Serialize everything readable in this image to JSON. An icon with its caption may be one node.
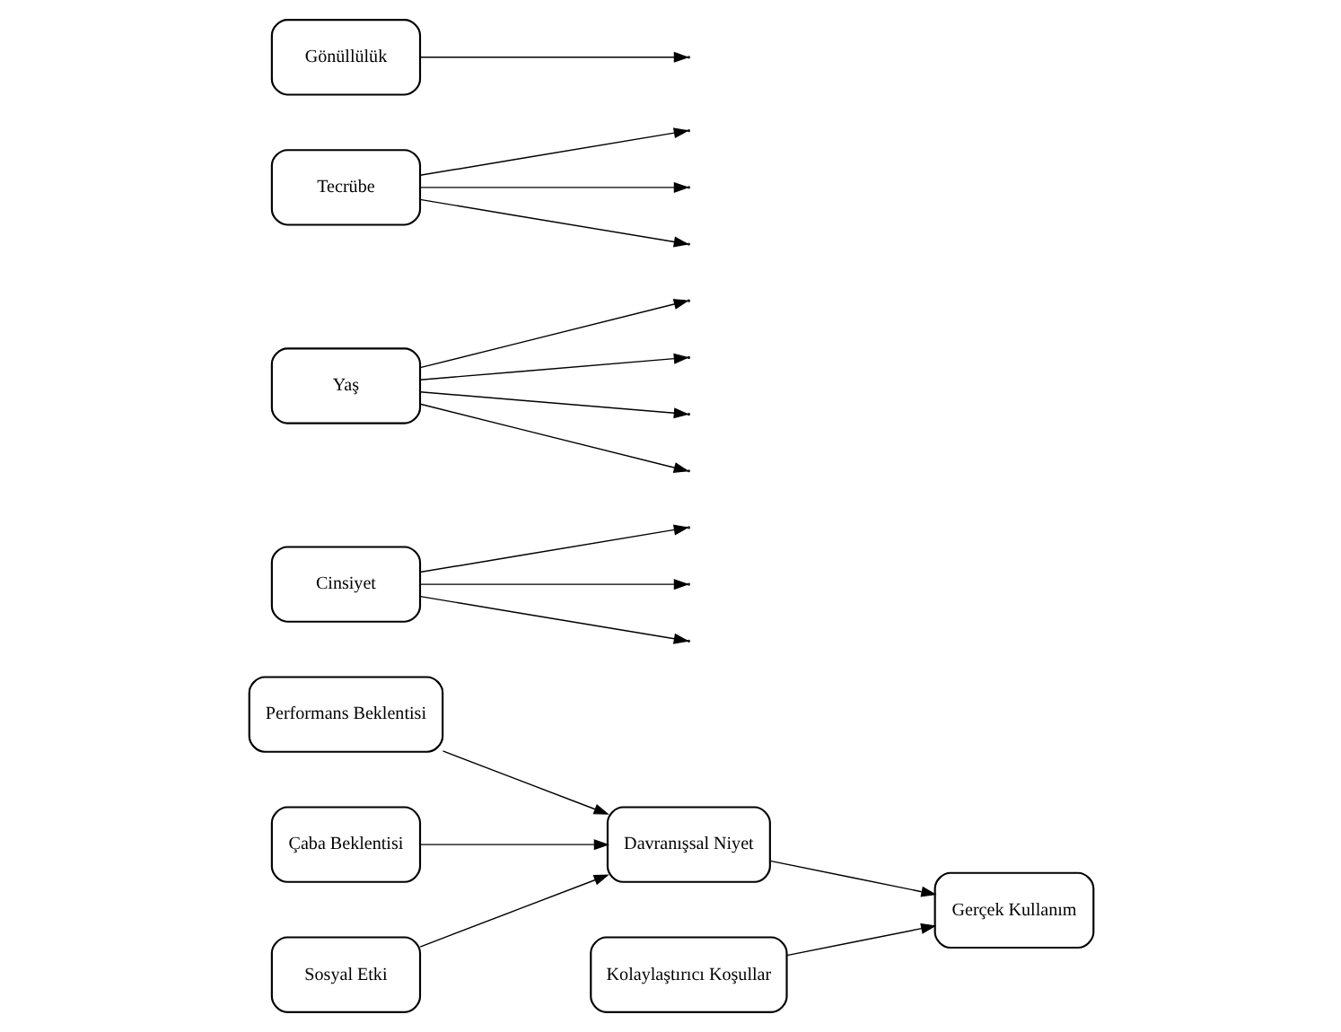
{
  "diagram": {
    "nodes": [
      {
        "text": [
          "Performans Beklentisi"
        ]
      },
      {
        "text": [
          "Çaba Beklentisi"
        ]
      },
      {
        "text": [
          "Sosyal Etki"
        ]
      },
      {
        "text": [
          "Kolaylaştırıcı Koşullar"
        ]
      },
      {
        "text": [
          "Davranışsal Niyet"
        ]
      },
      {
        "text": [
          "Gerçek Kullanım"
        ]
      },
      {
        "text": [
          "Cinsiyet"
        ]
      },
      {
        "text": [
          "Yaş"
        ]
      },
      {
        "text": [
          "Tecrübe"
        ]
      },
      {
        "text": [
          "Gönüllülük"
        ]
      }
    ],
    "edges": [
      {
        "from": 0,
        "to": 4,
        "arrow": "to"
      },
      {
        "from": 1,
        "to": 4,
        "arrow": "to"
      },
      {
        "from": 2,
        "to": 4,
        "arrow": "to"
      },
      {
        "from": 3,
        "to": 5,
        "arrow": "to"
      },
      {
        "from": 4,
        "to": 5,
        "arrow": "to"
      },
      {
        "from": 6,
        "to": null,
        "arrow": "to"
      },
      {
        "from": 6,
        "to": null,
        "arrow": "to"
      },
      {
        "from": 6,
        "to": null,
        "arrow": "to"
      },
      {
        "from": 7,
        "to": null,
        "arrow": "to"
      },
      {
        "from": 7,
        "to": null,
        "arrow": "to"
      },
      {
        "from": 7,
        "to": null,
        "arrow": "to"
      },
      {
        "from": 7,
        "to": null,
        "arrow": "to"
      },
      {
        "from": 8,
        "to": null,
        "arrow": "to"
      },
      {
        "from": 8,
        "to": null,
        "arrow": "to"
      },
      {
        "from": 8,
        "to": null,
        "arrow": "to"
      },
      {
        "from": 9,
        "to": null,
        "arrow": "to"
      }
    ]
  }
}
